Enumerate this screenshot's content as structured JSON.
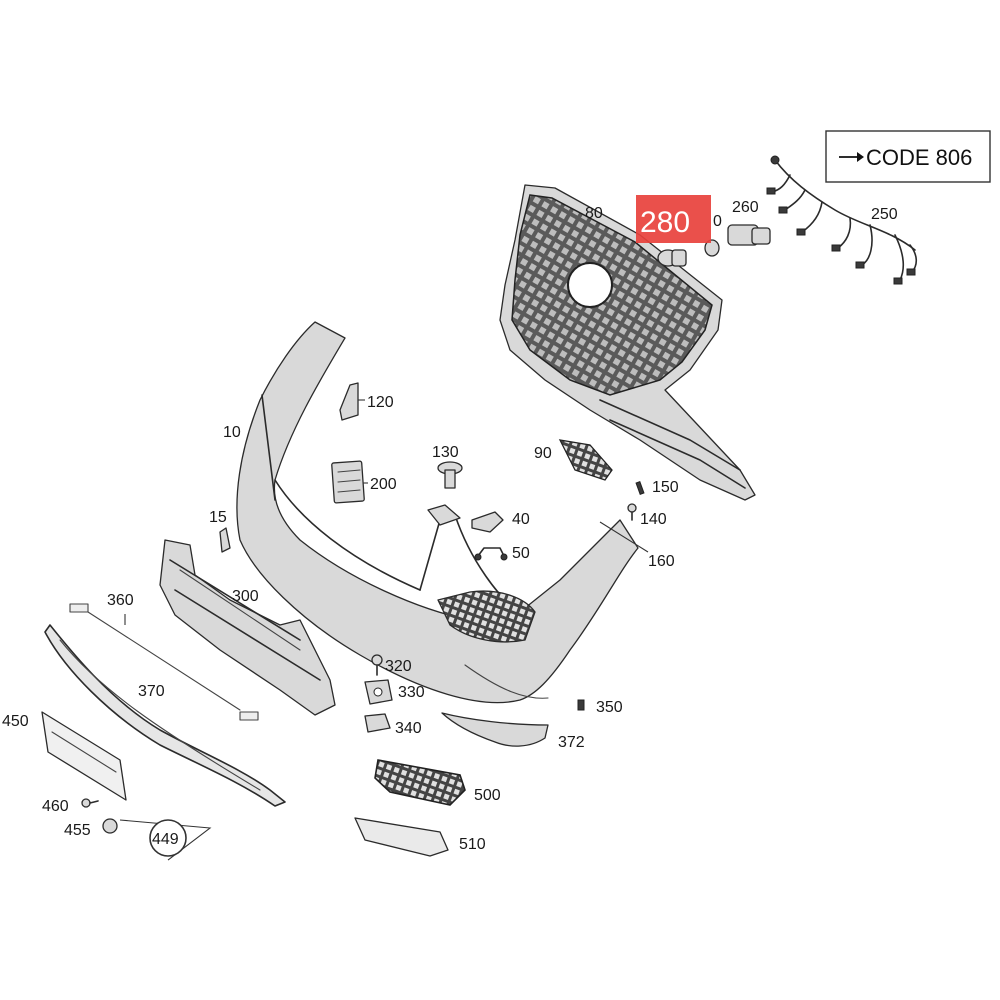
{
  "code_reference": {
    "arrow_icon": "arrow-right-icon",
    "text": "CODE 806"
  },
  "highlight": {
    "label": "280",
    "color": "#e8413c"
  },
  "parts": {
    "p10": "10",
    "p15": "15",
    "p40": "40",
    "p50": "50",
    "p80": "80",
    "p90": "90",
    "p120": "120",
    "p130": "130",
    "p140": "140",
    "p150": "150",
    "p160": "160",
    "p200": "200",
    "p250": "250",
    "p260": "260",
    "p270_partial": "0",
    "p300": "300",
    "p320": "320",
    "p330": "330",
    "p340": "340",
    "p350": "350",
    "p360": "360",
    "p370": "370",
    "p372": "372",
    "p449": "449",
    "p450": "450",
    "p455": "455",
    "p460": "460",
    "p500": "500",
    "p510": "510"
  }
}
